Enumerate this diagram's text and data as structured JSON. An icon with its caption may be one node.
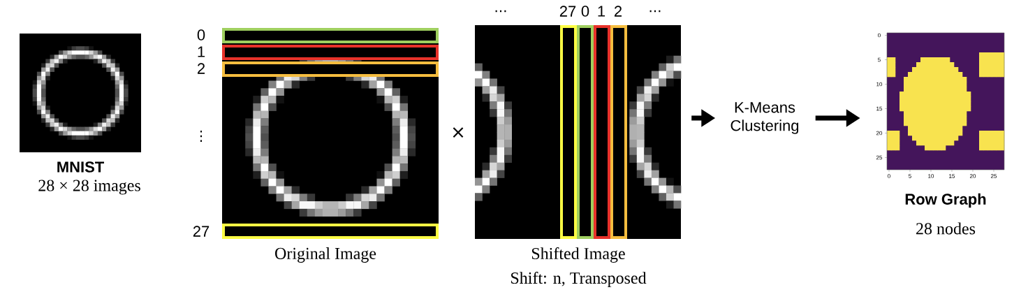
{
  "diagram": {
    "nodes": [
      {
        "text": [
          "MNIST",
          "28 × 28 images"
        ]
      },
      {
        "text": [
          "Original Image"
        ]
      },
      {
        "text": [
          "Shifted Image",
          "Shift: n, Transposed"
        ]
      },
      {
        "text": [
          "K-Means Clustering"
        ]
      },
      {
        "text": [
          "Row Graph",
          "28 nodes"
        ]
      }
    ],
    "edges": [
      {
        "from": 2,
        "to": 3,
        "arrow": "to"
      },
      {
        "from": 3,
        "to": 4,
        "arrow": "to"
      }
    ],
    "labels": [
      "...",
      "27",
      "0",
      "1",
      "2",
      "...",
      "0",
      "1",
      "2",
      "⋮",
      "27",
      "×",
      "0",
      "5",
      "10",
      "15",
      "20",
      "25",
      "0",
      "5",
      "10",
      "15",
      "20",
      "25"
    ]
  }
}
